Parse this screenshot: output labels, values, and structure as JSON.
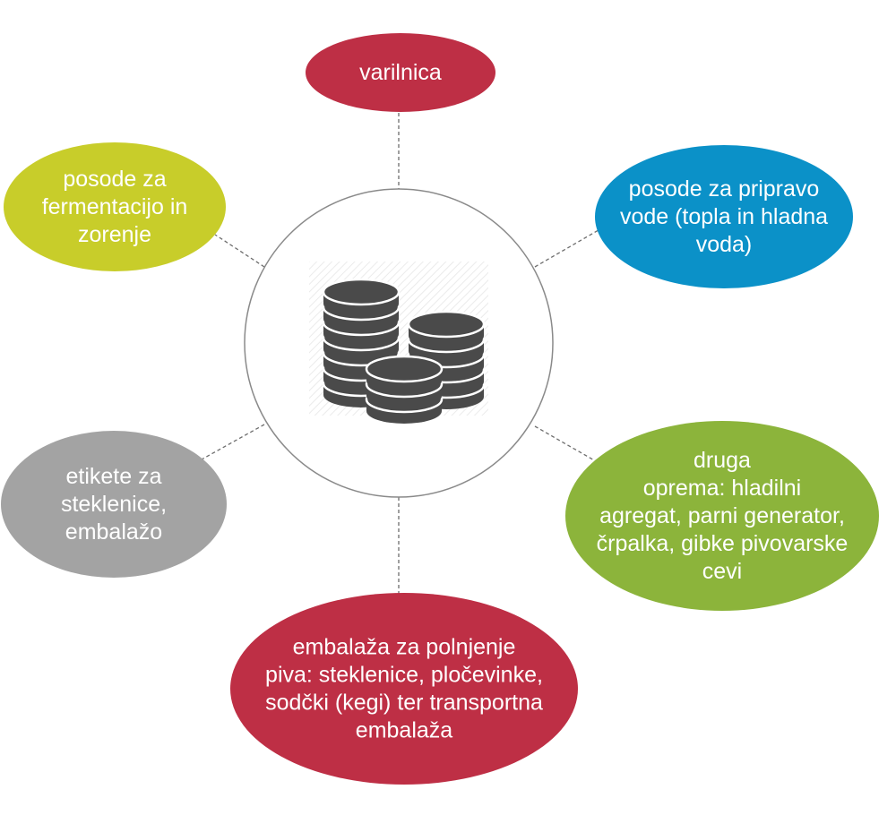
{
  "center": {
    "icon": "coin-stacks-icon"
  },
  "colors": {
    "crimson": "#be2f45",
    "blue": "#0b91c8",
    "lime": "#c8cd2a",
    "green": "#8cb43b",
    "gray": "#a3a3a3",
    "icon": "#4a4a4a"
  },
  "nodes": [
    {
      "id": "varilnica",
      "lines": [
        "varilnica"
      ],
      "color": "crimson"
    },
    {
      "id": "posode-voda",
      "lines": [
        "posode za pripravo",
        "vode (topla in hladna",
        "voda)"
      ],
      "color": "blue"
    },
    {
      "id": "druga-oprema",
      "lines": [
        "druga",
        "oprema: hladilni",
        "agregat, parni generator,",
        "črpalka, gibke pivovarske",
        "cevi"
      ],
      "color": "green"
    },
    {
      "id": "embalaza-polnjenje",
      "lines": [
        "embalaža za polnjenje",
        "piva: steklenice, pločevinke,",
        "sodčki (kegi) ter transportna",
        "embalaža"
      ],
      "color": "crimson"
    },
    {
      "id": "etikete",
      "lines": [
        "etikete za",
        "steklenice,",
        "embalažo"
      ],
      "color": "gray"
    },
    {
      "id": "posode-fermentacija",
      "lines": [
        "posode za",
        "fermentacijo in",
        "zorenje"
      ],
      "color": "lime"
    }
  ]
}
